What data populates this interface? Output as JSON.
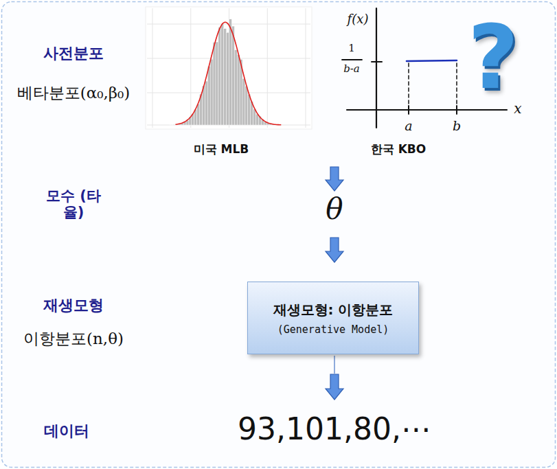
{
  "diagram": {
    "nodes": [
      {
        "text": [
          "재생모형: 이항분포",
          "(Generative Model)"
        ]
      }
    ],
    "labels": [
      "사전분포",
      "베타분포(α₀,β₀)",
      "미국 MLB",
      "f(x)",
      "1",
      "b-a",
      "a",
      "b",
      "x",
      "?",
      "한국 KBO",
      "모수 (타율)",
      "θ",
      "재생모형",
      "이항분포(n,θ)",
      "데이터",
      "93,101,80,⋯"
    ]
  }
}
